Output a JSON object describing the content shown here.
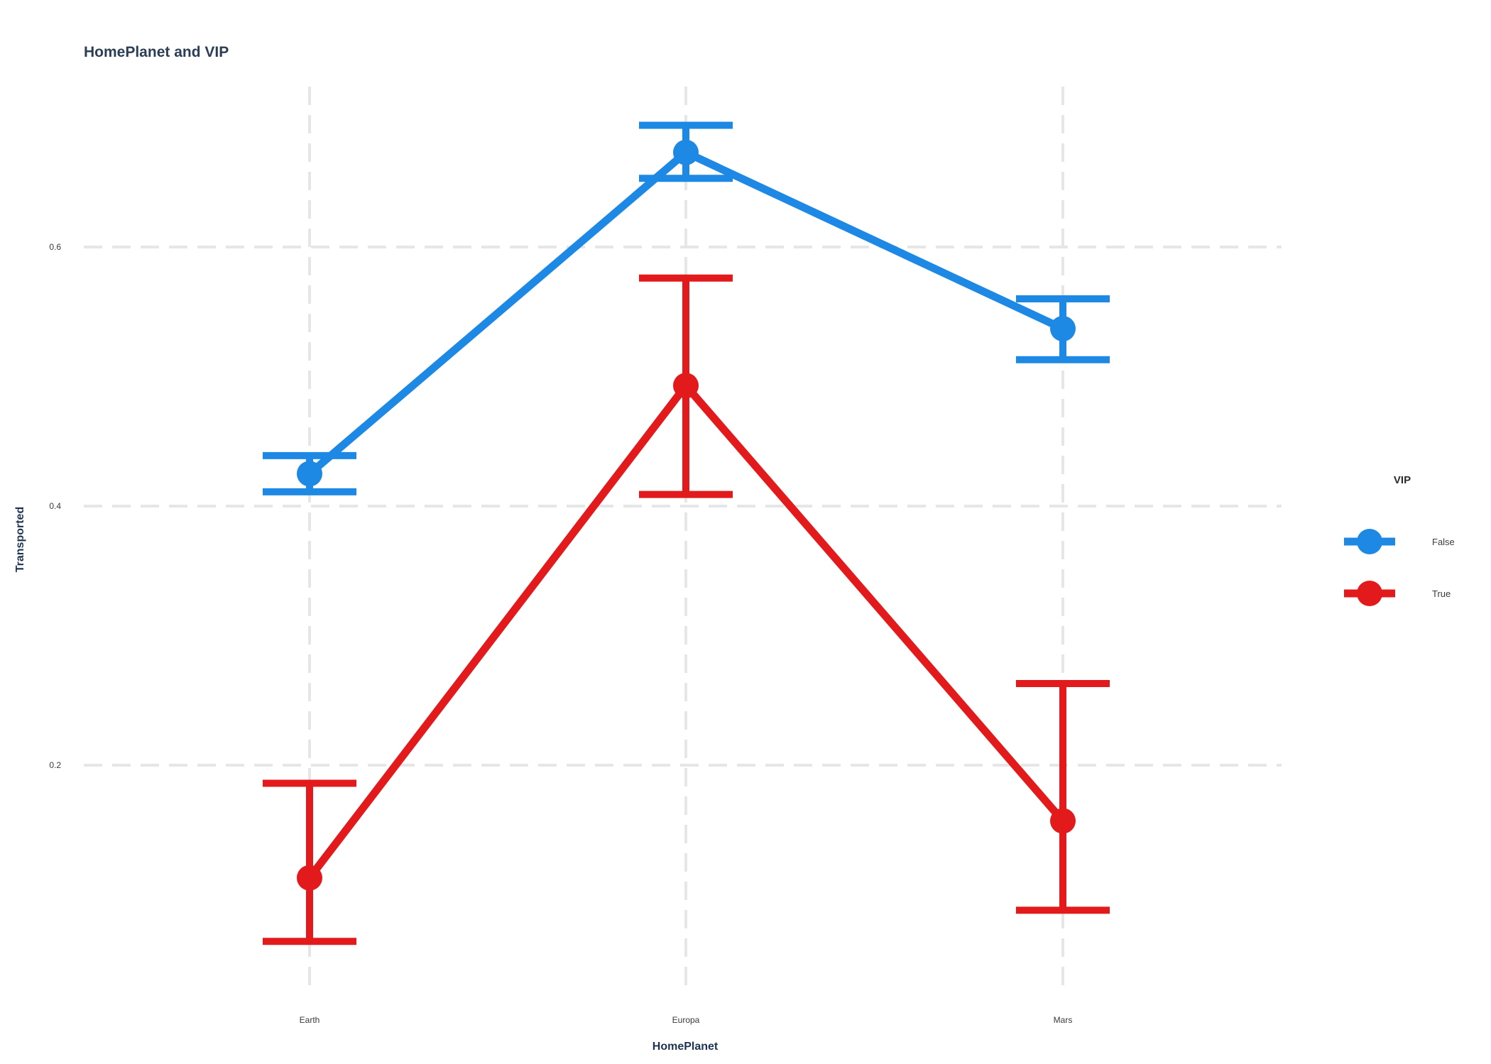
{
  "chart_data": {
    "type": "line",
    "title": "HomePlanet and VIP",
    "xlabel": "HomePlanet",
    "ylabel": "Transported",
    "categories": [
      "Earth",
      "Europa",
      "Mars"
    ],
    "yticks": [
      0.2,
      0.4,
      0.6
    ],
    "ylim": [
      0.04,
      0.72
    ],
    "grid": true,
    "legend_title": "VIP",
    "legend_position": "right",
    "series": [
      {
        "name": "False",
        "color": "#1e88e5",
        "values": [
          0.425,
          0.673,
          0.537
        ],
        "lower": [
          0.411,
          0.653,
          0.513
        ],
        "upper": [
          0.439,
          0.694,
          0.56
        ]
      },
      {
        "name": "True",
        "color": "#e31a1c",
        "values": [
          0.113,
          0.493,
          0.157
        ],
        "lower": [
          0.064,
          0.409,
          0.088
        ],
        "upper": [
          0.186,
          0.576,
          0.263
        ]
      }
    ]
  }
}
